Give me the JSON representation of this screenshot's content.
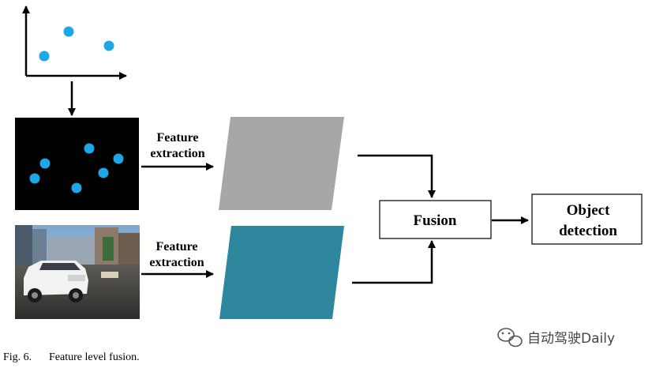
{
  "feature_extraction_top": [
    "Feature",
    "extraction"
  ],
  "feature_extraction_bottom": [
    "Feature",
    "extraction"
  ],
  "fusion_label": "Fusion",
  "object_detection_label": [
    "Object",
    "detection"
  ],
  "caption_prefix": "Fig. 6.",
  "caption_text": "Feature level fusion.",
  "watermark": "自动驾驶Daily",
  "colors": {
    "point": "#1ea7e8",
    "lidar_bg": "#000000",
    "feature_gray": "#a7a7a7",
    "feature_teal": "#2e879c",
    "arrow": "#000000"
  },
  "icons": {
    "point_cloud_plot": "scatter-axes-icon",
    "camera_image": "car-street-photo",
    "watermark_logo": "wechat-logo-icon"
  }
}
